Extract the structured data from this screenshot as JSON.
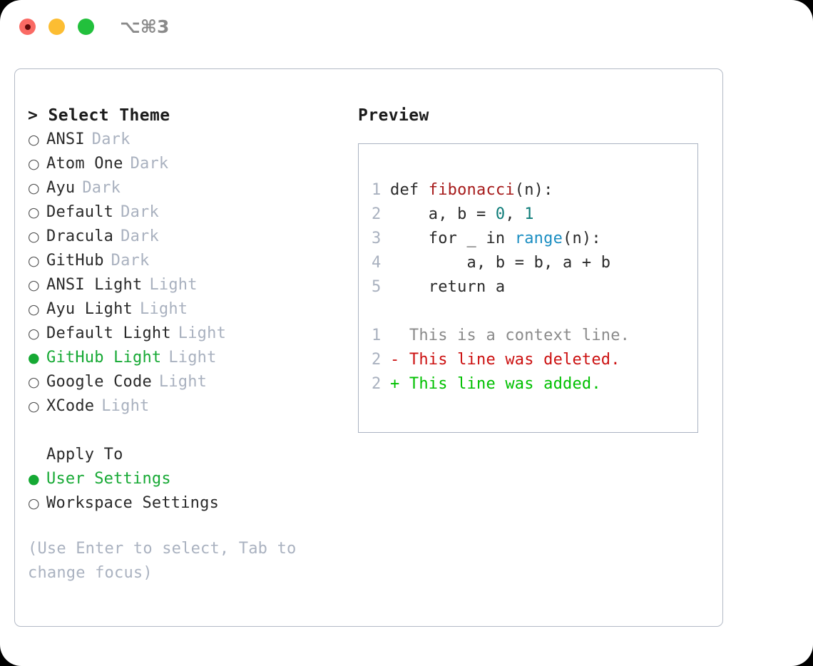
{
  "titlebar": {
    "shortcut": "⌥⌘3",
    "lights": [
      {
        "name": "close-button",
        "color": "#fa6a64"
      },
      {
        "name": "minimize-button",
        "color": "#fcbd32"
      },
      {
        "name": "maximize-button",
        "color": "#22c03c"
      }
    ]
  },
  "theme_picker": {
    "header": "> Select Theme",
    "marker_unselected": "○",
    "marker_selected": "●",
    "items": [
      {
        "label": "ANSI",
        "category": "Dark",
        "selected": false
      },
      {
        "label": "Atom One",
        "category": "Dark",
        "selected": false
      },
      {
        "label": "Ayu",
        "category": "Dark",
        "selected": false
      },
      {
        "label": "Default",
        "category": "Dark",
        "selected": false
      },
      {
        "label": "Dracula",
        "category": "Dark",
        "selected": false
      },
      {
        "label": "GitHub",
        "category": "Dark",
        "selected": false
      },
      {
        "label": "ANSI Light",
        "category": "Light",
        "selected": false
      },
      {
        "label": "Ayu Light",
        "category": "Light",
        "selected": false
      },
      {
        "label": "Default Light",
        "category": "Light",
        "selected": false
      },
      {
        "label": "GitHub Light",
        "category": "Light",
        "selected": true
      },
      {
        "label": "Google Code",
        "category": "Light",
        "selected": false
      },
      {
        "label": "XCode",
        "category": "Light",
        "selected": false
      }
    ]
  },
  "apply_to": {
    "header": "Apply To",
    "options": [
      {
        "label": "User Settings",
        "selected": true
      },
      {
        "label": "Workspace Settings",
        "selected": false
      }
    ]
  },
  "hint": "(Use Enter to select, Tab to change focus)",
  "preview": {
    "title": "Preview",
    "code_lines": [
      {
        "num": "1",
        "segments": [
          {
            "text": "def ",
            "kind": "plain"
          },
          {
            "text": "fibonacci",
            "kind": "fn"
          },
          {
            "text": "(n):",
            "kind": "plain"
          }
        ]
      },
      {
        "num": "2",
        "segments": [
          {
            "text": "    a, b = ",
            "kind": "plain"
          },
          {
            "text": "0",
            "kind": "num"
          },
          {
            "text": ", ",
            "kind": "plain"
          },
          {
            "text": "1",
            "kind": "num"
          }
        ]
      },
      {
        "num": "3",
        "segments": [
          {
            "text": "    for _ in ",
            "kind": "plain"
          },
          {
            "text": "range",
            "kind": "builtin"
          },
          {
            "text": "(n):",
            "kind": "plain"
          }
        ]
      },
      {
        "num": "4",
        "segments": [
          {
            "text": "        a, b = b, a + b",
            "kind": "plain"
          }
        ]
      },
      {
        "num": "5",
        "segments": [
          {
            "text": "    return a",
            "kind": "plain"
          }
        ]
      }
    ],
    "diff_lines": [
      {
        "num": "1",
        "text": "  This is a context line.",
        "kind": "context"
      },
      {
        "num": "2",
        "text": "- This line was deleted.",
        "kind": "deleted"
      },
      {
        "num": "2",
        "text": "+ This line was added.",
        "kind": "added"
      }
    ]
  },
  "colors": {
    "selected_green": "#16a934",
    "muted_grey": "#a9b1bf",
    "fn_red": "#a61b1b",
    "num_teal": "#0d7c78",
    "builtin_blue": "#1b8ec2",
    "diff_deleted": "#cc1111",
    "diff_added": "#00c000",
    "panel_border": "#b3bac6"
  }
}
